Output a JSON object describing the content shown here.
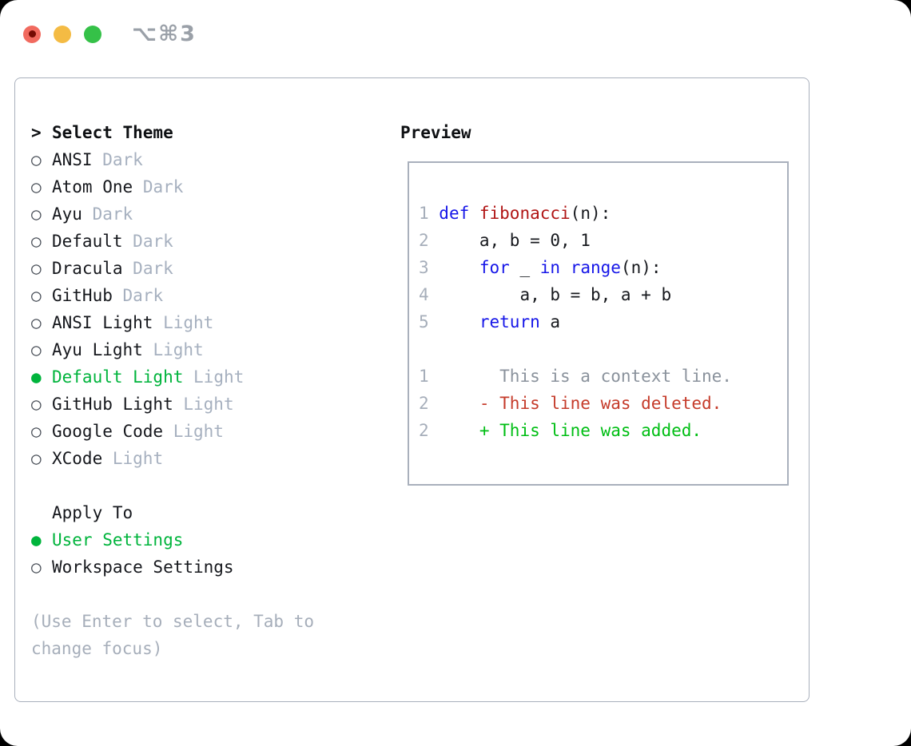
{
  "titlebar": {
    "shortcut": "⌥⌘3"
  },
  "picker": {
    "header": {
      "marker": ">",
      "label": "Select Theme"
    },
    "selected_marker": "●",
    "unselected_marker": "○",
    "themes": [
      {
        "name": "ANSI",
        "tag": "Dark",
        "selected": false
      },
      {
        "name": "Atom One",
        "tag": "Dark",
        "selected": false
      },
      {
        "name": "Ayu",
        "tag": "Dark",
        "selected": false
      },
      {
        "name": "Default",
        "tag": "Dark",
        "selected": false
      },
      {
        "name": "Dracula",
        "tag": "Dark",
        "selected": false
      },
      {
        "name": "GitHub",
        "tag": "Dark",
        "selected": false
      },
      {
        "name": "ANSI Light",
        "tag": "Light",
        "selected": false
      },
      {
        "name": "Ayu Light",
        "tag": "Light",
        "selected": false
      },
      {
        "name": "Default Light",
        "tag": "Light",
        "selected": true
      },
      {
        "name": "GitHub Light",
        "tag": "Light",
        "selected": false
      },
      {
        "name": "Google Code",
        "tag": "Light",
        "selected": false
      },
      {
        "name": "XCode",
        "tag": "Light",
        "selected": false
      }
    ],
    "apply_to": {
      "label": "Apply To",
      "options": [
        {
          "name": "User Settings",
          "selected": true
        },
        {
          "name": "Workspace Settings",
          "selected": false
        }
      ]
    },
    "hint": "(Use Enter to select, Tab to change focus)"
  },
  "preview": {
    "label": "Preview",
    "code_lines": [
      {
        "num": "1",
        "segments": [
          {
            "t": "def ",
            "c": "keyword"
          },
          {
            "t": "fibonacci",
            "c": "function"
          },
          {
            "t": "(n):",
            "c": "plain"
          }
        ]
      },
      {
        "num": "2",
        "segments": [
          {
            "t": "    a, b = 0, 1",
            "c": "plain"
          }
        ]
      },
      {
        "num": "3",
        "segments": [
          {
            "t": "    ",
            "c": "plain"
          },
          {
            "t": "for",
            "c": "keyword"
          },
          {
            "t": " _ ",
            "c": "plain"
          },
          {
            "t": "in",
            "c": "keyword"
          },
          {
            "t": " ",
            "c": "plain"
          },
          {
            "t": "range",
            "c": "keyword"
          },
          {
            "t": "(n):",
            "c": "plain"
          }
        ]
      },
      {
        "num": "4",
        "segments": [
          {
            "t": "        a, b = b, a + b",
            "c": "plain"
          }
        ]
      },
      {
        "num": "5",
        "segments": [
          {
            "t": "    ",
            "c": "plain"
          },
          {
            "t": "return",
            "c": "keyword"
          },
          {
            "t": " a",
            "c": "plain"
          }
        ]
      },
      {
        "num": "",
        "segments": []
      },
      {
        "num": "1",
        "segments": [
          {
            "t": "      This is a context line.",
            "c": "context"
          }
        ]
      },
      {
        "num": "2",
        "segments": [
          {
            "t": "    - This line was deleted.",
            "c": "deleted"
          }
        ]
      },
      {
        "num": "2",
        "segments": [
          {
            "t": "    + This line was added.",
            "c": "added"
          }
        ]
      }
    ]
  },
  "colors": {
    "accent_green": "#00b43c",
    "added_green": "#00be14",
    "deleted_red": "#c53b2a",
    "keyword_blue": "#1616e8",
    "function_red": "#b01414",
    "text_dark": "#16181d",
    "muted_gray": "#a6b0bf",
    "marker_gray": "#454b54",
    "context_gray": "#8a929c",
    "line_number_gray": "#a6aeba",
    "hint_gray": "#a6aeba",
    "border_gray": "#a9b0bc",
    "title_gray": "#9aa0a8",
    "traffic_red": "#f16a5f",
    "traffic_red_dot": "#750b04",
    "traffic_yellow": "#f4bb44",
    "traffic_green": "#35c148"
  }
}
